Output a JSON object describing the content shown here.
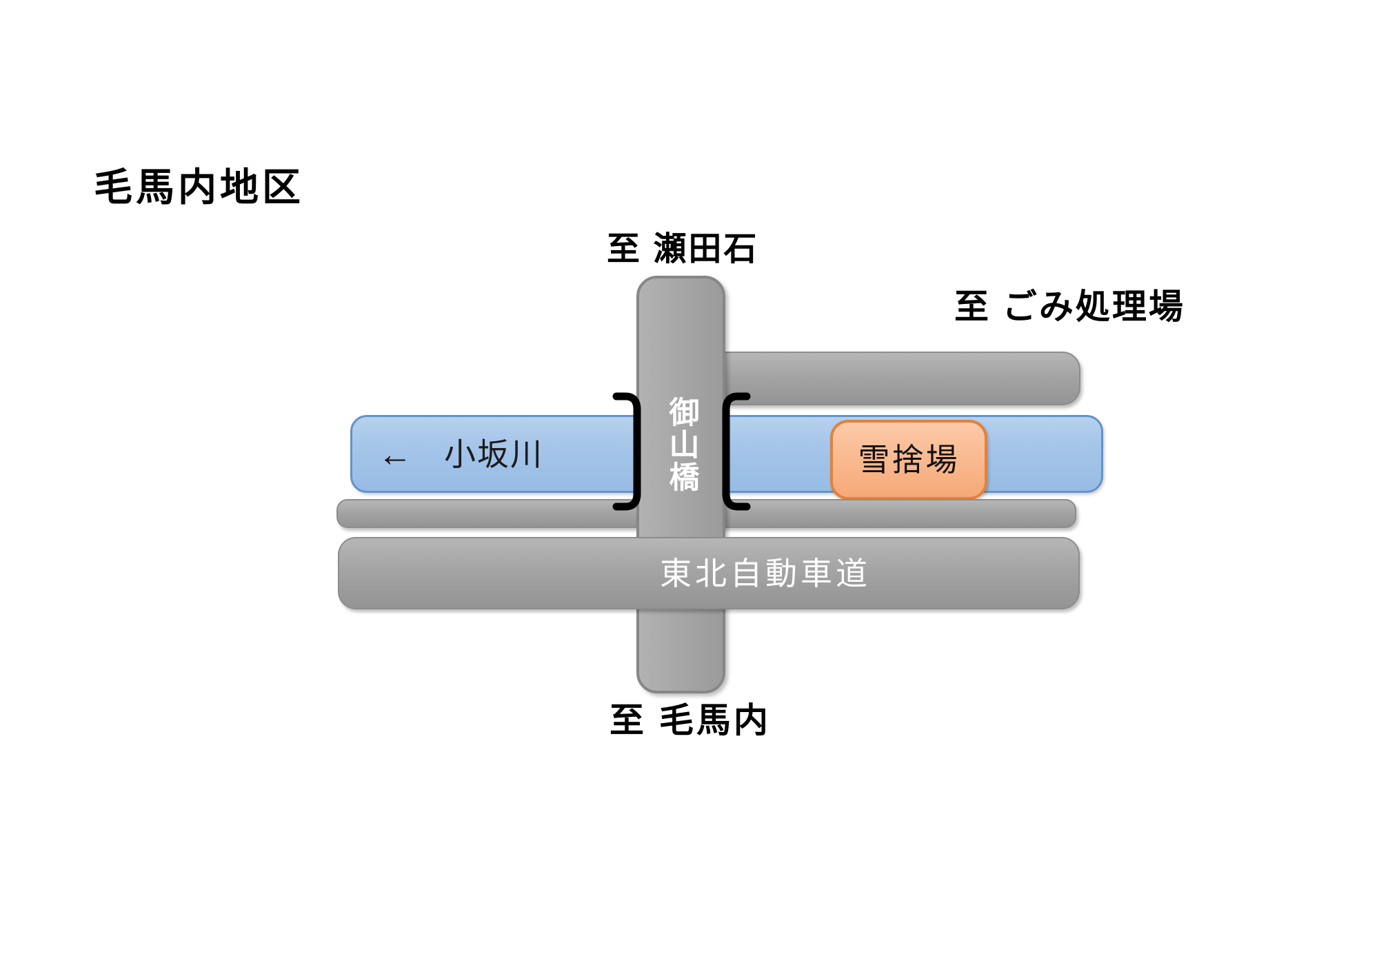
{
  "title": "毛馬内地区",
  "directions": {
    "north": "至 瀬田石",
    "northeast": "至 ごみ処理場",
    "south": "至 毛馬内"
  },
  "river": {
    "arrow": "←",
    "name": "小坂川"
  },
  "bridge": {
    "name": "御山橋"
  },
  "expressway": {
    "name": "東北自動車道"
  },
  "snow_dump": {
    "name": "雪捨場"
  },
  "colors": {
    "background": "#ffffff",
    "road_fill": "#a4a4a4",
    "road_border": "#8c8c8c",
    "river_fill": "#a5c5e9",
    "river_border": "#6493c8",
    "snow_dump_fill": "#f9b98f",
    "snow_dump_border": "#e0823f",
    "bracket": "#000000",
    "road_text": "#ffffff",
    "dark_text": "#000000"
  }
}
